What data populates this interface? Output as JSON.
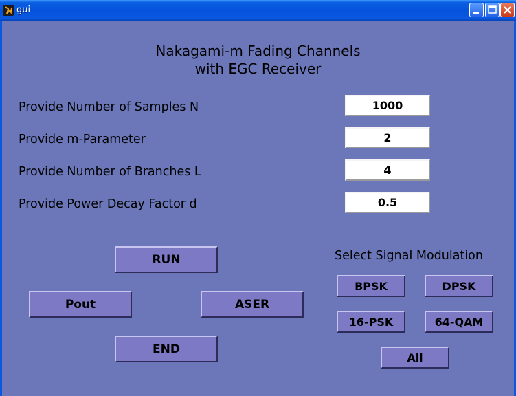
{
  "window": {
    "title": "gui",
    "controls": {
      "minimize": "minimize-icon",
      "maximize": "maximize-icon",
      "close": "close-icon"
    }
  },
  "heading": {
    "line1": "Nakagami-m Fading Channels",
    "line2": "with EGC Receiver"
  },
  "inputs": [
    {
      "label": "Provide Number of Samples N",
      "value": "1000"
    },
    {
      "label": "Provide m-Parameter",
      "value": "2"
    },
    {
      "label": "Provide Number of Branches L",
      "value": "4"
    },
    {
      "label": "Provide Power Decay Factor d",
      "value": "0.5"
    }
  ],
  "actions": {
    "run": "RUN",
    "pout": "Pout",
    "aser": "ASER",
    "end": "END"
  },
  "modulation": {
    "label": "Select Signal Modulation",
    "bpsk": "BPSK",
    "dpsk": "DPSK",
    "psk16": "16-PSK",
    "qam64": "64-QAM",
    "all": "All"
  },
  "colors": {
    "background": "#6b77b8",
    "button": "#7d79c4",
    "titlebar": "#0553dc"
  }
}
